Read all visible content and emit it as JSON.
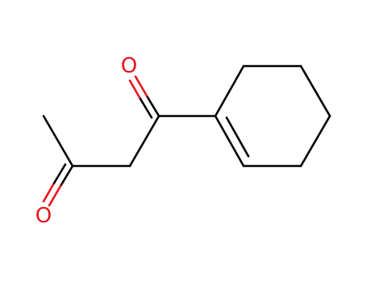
{
  "molecule": {
    "atoms": [
      {
        "id": "o1",
        "symbol": "O"
      },
      {
        "id": "o2",
        "symbol": "O"
      }
    ]
  },
  "colors": {
    "bond": "#000000",
    "oxygen": "#e8141c"
  }
}
